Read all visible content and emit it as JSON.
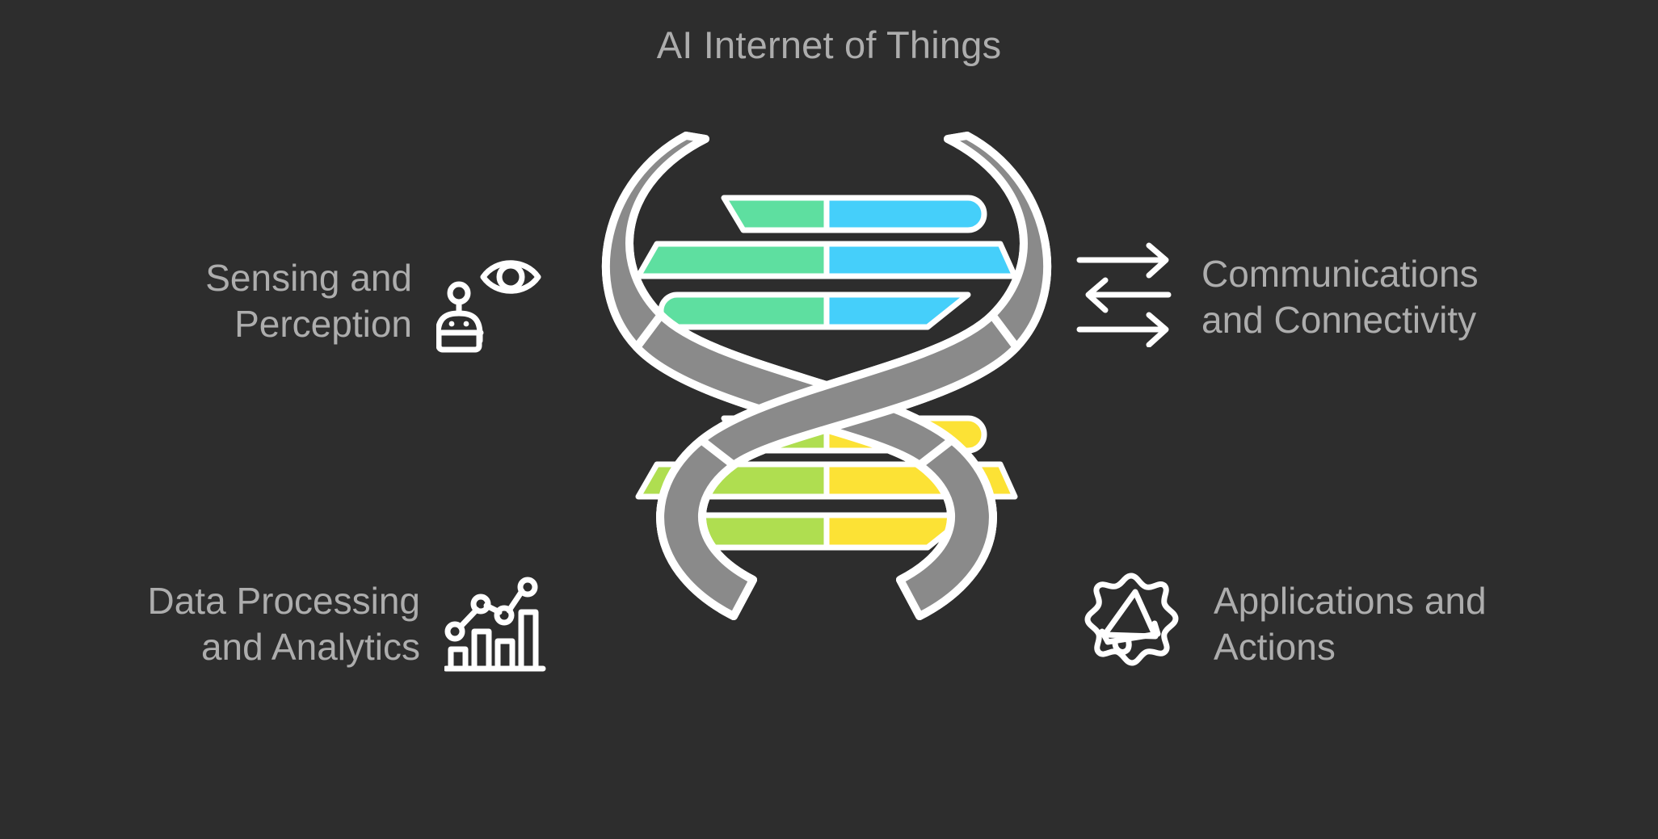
{
  "header": {
    "title": "AI Internet of Things"
  },
  "colors": {
    "background": "#2d2d2d",
    "text": "#adadad",
    "icon_stroke": "#ffffff",
    "ribbon": "#8a8a8a",
    "ribbon_outline": "#ffffff",
    "rung_green": "#5edfa0",
    "rung_blue": "#45cffa",
    "rung_lime": "#afde50",
    "rung_yellow": "#fce235"
  },
  "nodes": [
    {
      "id": "sensing-and-perception",
      "label": "Sensing and\nPerception",
      "icon": "eye-robot-icon",
      "side": "left",
      "position": "top"
    },
    {
      "id": "data-processing-and-analytics",
      "label": "Data Processing\nand Analytics",
      "icon": "bar-chart-trend-icon",
      "side": "left",
      "position": "bottom"
    },
    {
      "id": "communications-and-connectivity",
      "label": "Communications\nand Connectivity",
      "icon": "exchange-arrows-icon",
      "side": "right",
      "position": "top"
    },
    {
      "id": "applications-and-actions",
      "label": "Applications and\nActions",
      "icon": "megaphone-badge-icon",
      "side": "right",
      "position": "bottom"
    }
  ],
  "helix": {
    "name": "dna-double-helix",
    "turns": 2,
    "rungs_per_turn": 3,
    "rung_pairs": [
      {
        "left": "#5edfa0",
        "right": "#45cffa"
      },
      {
        "left": "#5edfa0",
        "right": "#45cffa"
      },
      {
        "left": "#5edfa0",
        "right": "#45cffa"
      },
      {
        "left": "#afde50",
        "right": "#fce235"
      },
      {
        "left": "#afde50",
        "right": "#fce235"
      },
      {
        "left": "#afde50",
        "right": "#fce235"
      }
    ]
  }
}
